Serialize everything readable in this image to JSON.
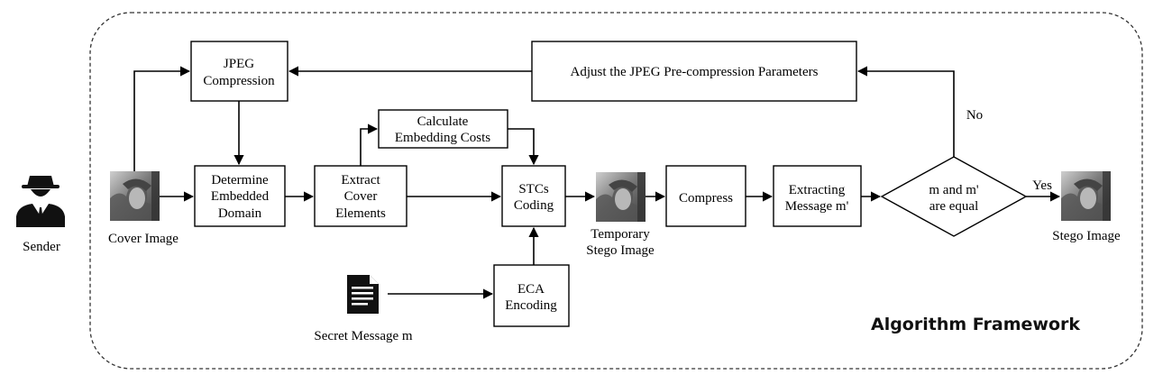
{
  "frame": {
    "title": "Algorithm Framework"
  },
  "sender": {
    "label": "Sender",
    "icon": "spy-agent-icon"
  },
  "images": {
    "cover": "Cover Image",
    "temporary_stego": [
      "Temporary",
      "Stego Image"
    ],
    "stego": "Stego Image",
    "icon": "lena-photo-thumbnail"
  },
  "secret_message": {
    "label": "Secret Message m",
    "icon": "document-icon"
  },
  "boxes": {
    "jpeg_compression": [
      "JPEG",
      "Compression"
    ],
    "adjust_params": [
      "Adjust the JPEG Pre-compression Parameters"
    ],
    "determine_domain": [
      "Determine",
      "Embedded",
      "Domain"
    ],
    "extract_elements": [
      "Extract",
      "Cover",
      "Elements"
    ],
    "calc_costs": [
      "Calculate",
      "Embedding Costs"
    ],
    "stc_coding": [
      "STCs",
      "Coding"
    ],
    "eca_encoding": [
      "ECA",
      "Encoding"
    ],
    "compress": [
      "Compress"
    ],
    "extract_message": [
      "Extracting",
      "Message m'"
    ]
  },
  "decision": {
    "text": [
      "m and m'",
      "are equal"
    ],
    "yes": "Yes",
    "no": "No"
  }
}
